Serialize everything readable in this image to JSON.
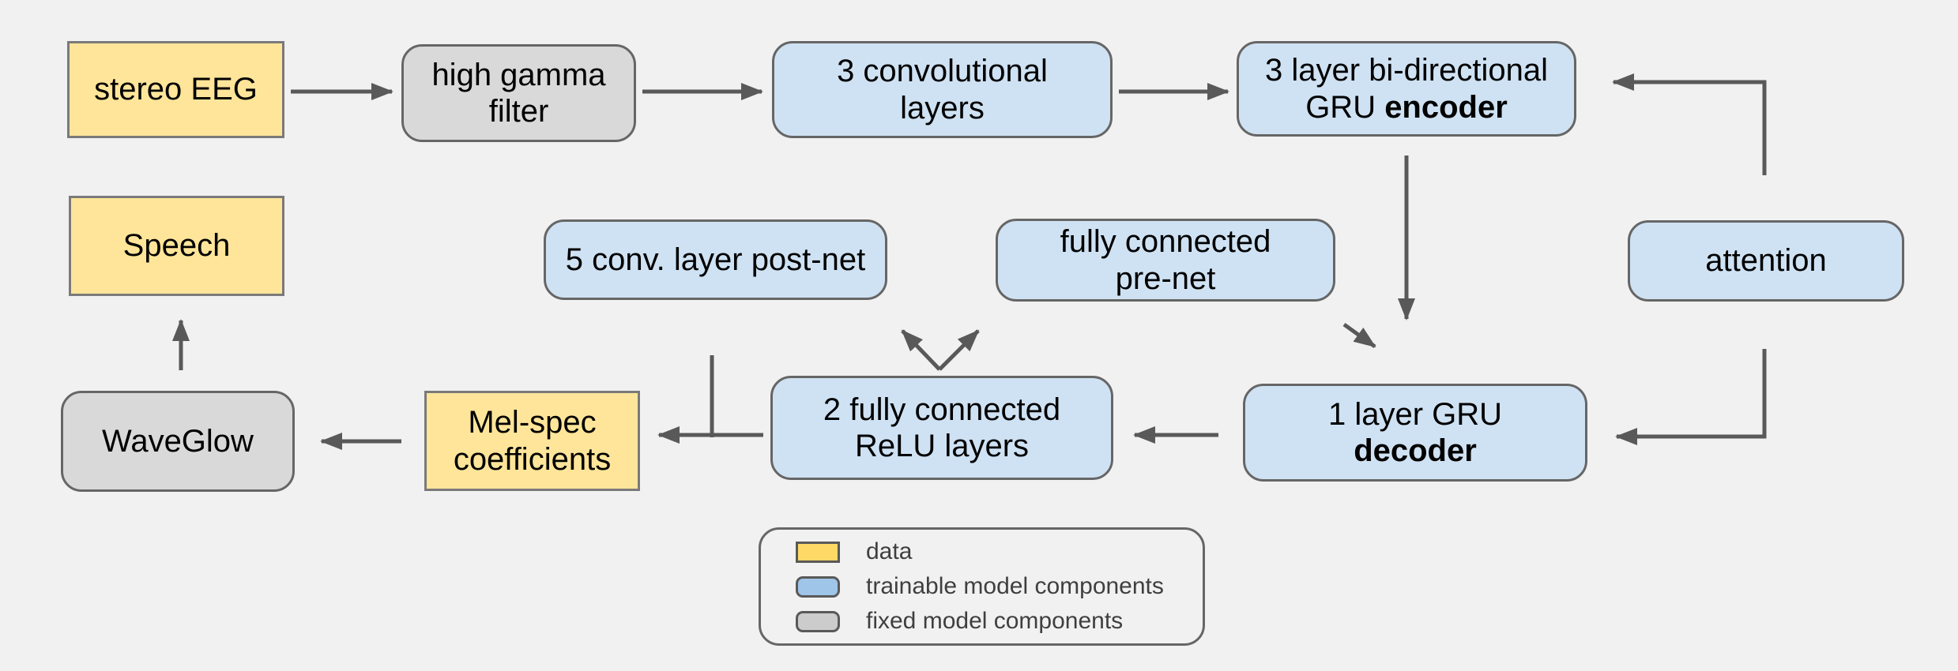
{
  "diagram": {
    "nodes": {
      "stereo_eeg": {
        "label": "stereo EEG",
        "type": "data"
      },
      "high_gamma_filter": {
        "line1": "high gamma",
        "line2": "filter",
        "type": "fixed"
      },
      "conv_layers": {
        "line1": "3 convolutional",
        "line2": "layers",
        "type": "trainable"
      },
      "encoder": {
        "line1": "3 layer bi-directional",
        "line2_pre": "GRU ",
        "line2_bold": "encoder",
        "type": "trainable"
      },
      "post_net": {
        "label": "5 conv. layer post-net",
        "type": "trainable"
      },
      "pre_net": {
        "line1": "fully connected",
        "line2": "pre-net",
        "type": "trainable"
      },
      "attention": {
        "label": "attention",
        "type": "trainable"
      },
      "speech": {
        "label": "Speech",
        "type": "data"
      },
      "waveglow": {
        "label": "WaveGlow",
        "type": "fixed"
      },
      "mel_spec": {
        "line1": "Mel-spec",
        "line2": "coefficients",
        "type": "data"
      },
      "relu_layers": {
        "line1": "2 fully connected",
        "line2": "ReLU layers",
        "type": "trainable"
      },
      "decoder": {
        "line1": "1 layer GRU",
        "line2_bold": "decoder",
        "type": "trainable"
      }
    },
    "legend": {
      "items": [
        {
          "label": "data"
        },
        {
          "label": "trainable model components"
        },
        {
          "label": "fixed model components"
        }
      ]
    },
    "colors": {
      "background": "#F1F1F1",
      "data-fill": "#FFE599",
      "trainable-fill": "#CFE2F3",
      "fixed-fill": "#D9D9D9",
      "legend-data-swatch": "#FFD966",
      "legend-trainable-swatch": "#9FC5E8",
      "legend-fixed-swatch": "#CCCCCC",
      "border": "#666666",
      "arrow": "#595959",
      "text": "#000000",
      "legend-text": "#3F3F3F"
    }
  }
}
